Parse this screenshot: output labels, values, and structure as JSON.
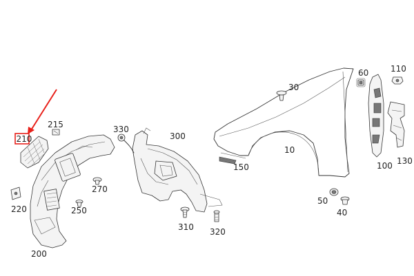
{
  "diagram": {
    "highlight_color": "#e8201a",
    "parts": {
      "p10": "10",
      "p30": "30",
      "p40": "40",
      "p50": "50",
      "p60": "60",
      "p100": "100",
      "p110": "110",
      "p130": "130",
      "p150": "150",
      "p200": "200",
      "p210": "210",
      "p215": "215",
      "p220": "220",
      "p250": "250",
      "p270": "270",
      "p300": "300",
      "p310": "310",
      "p320": "320",
      "p330": "330"
    }
  }
}
